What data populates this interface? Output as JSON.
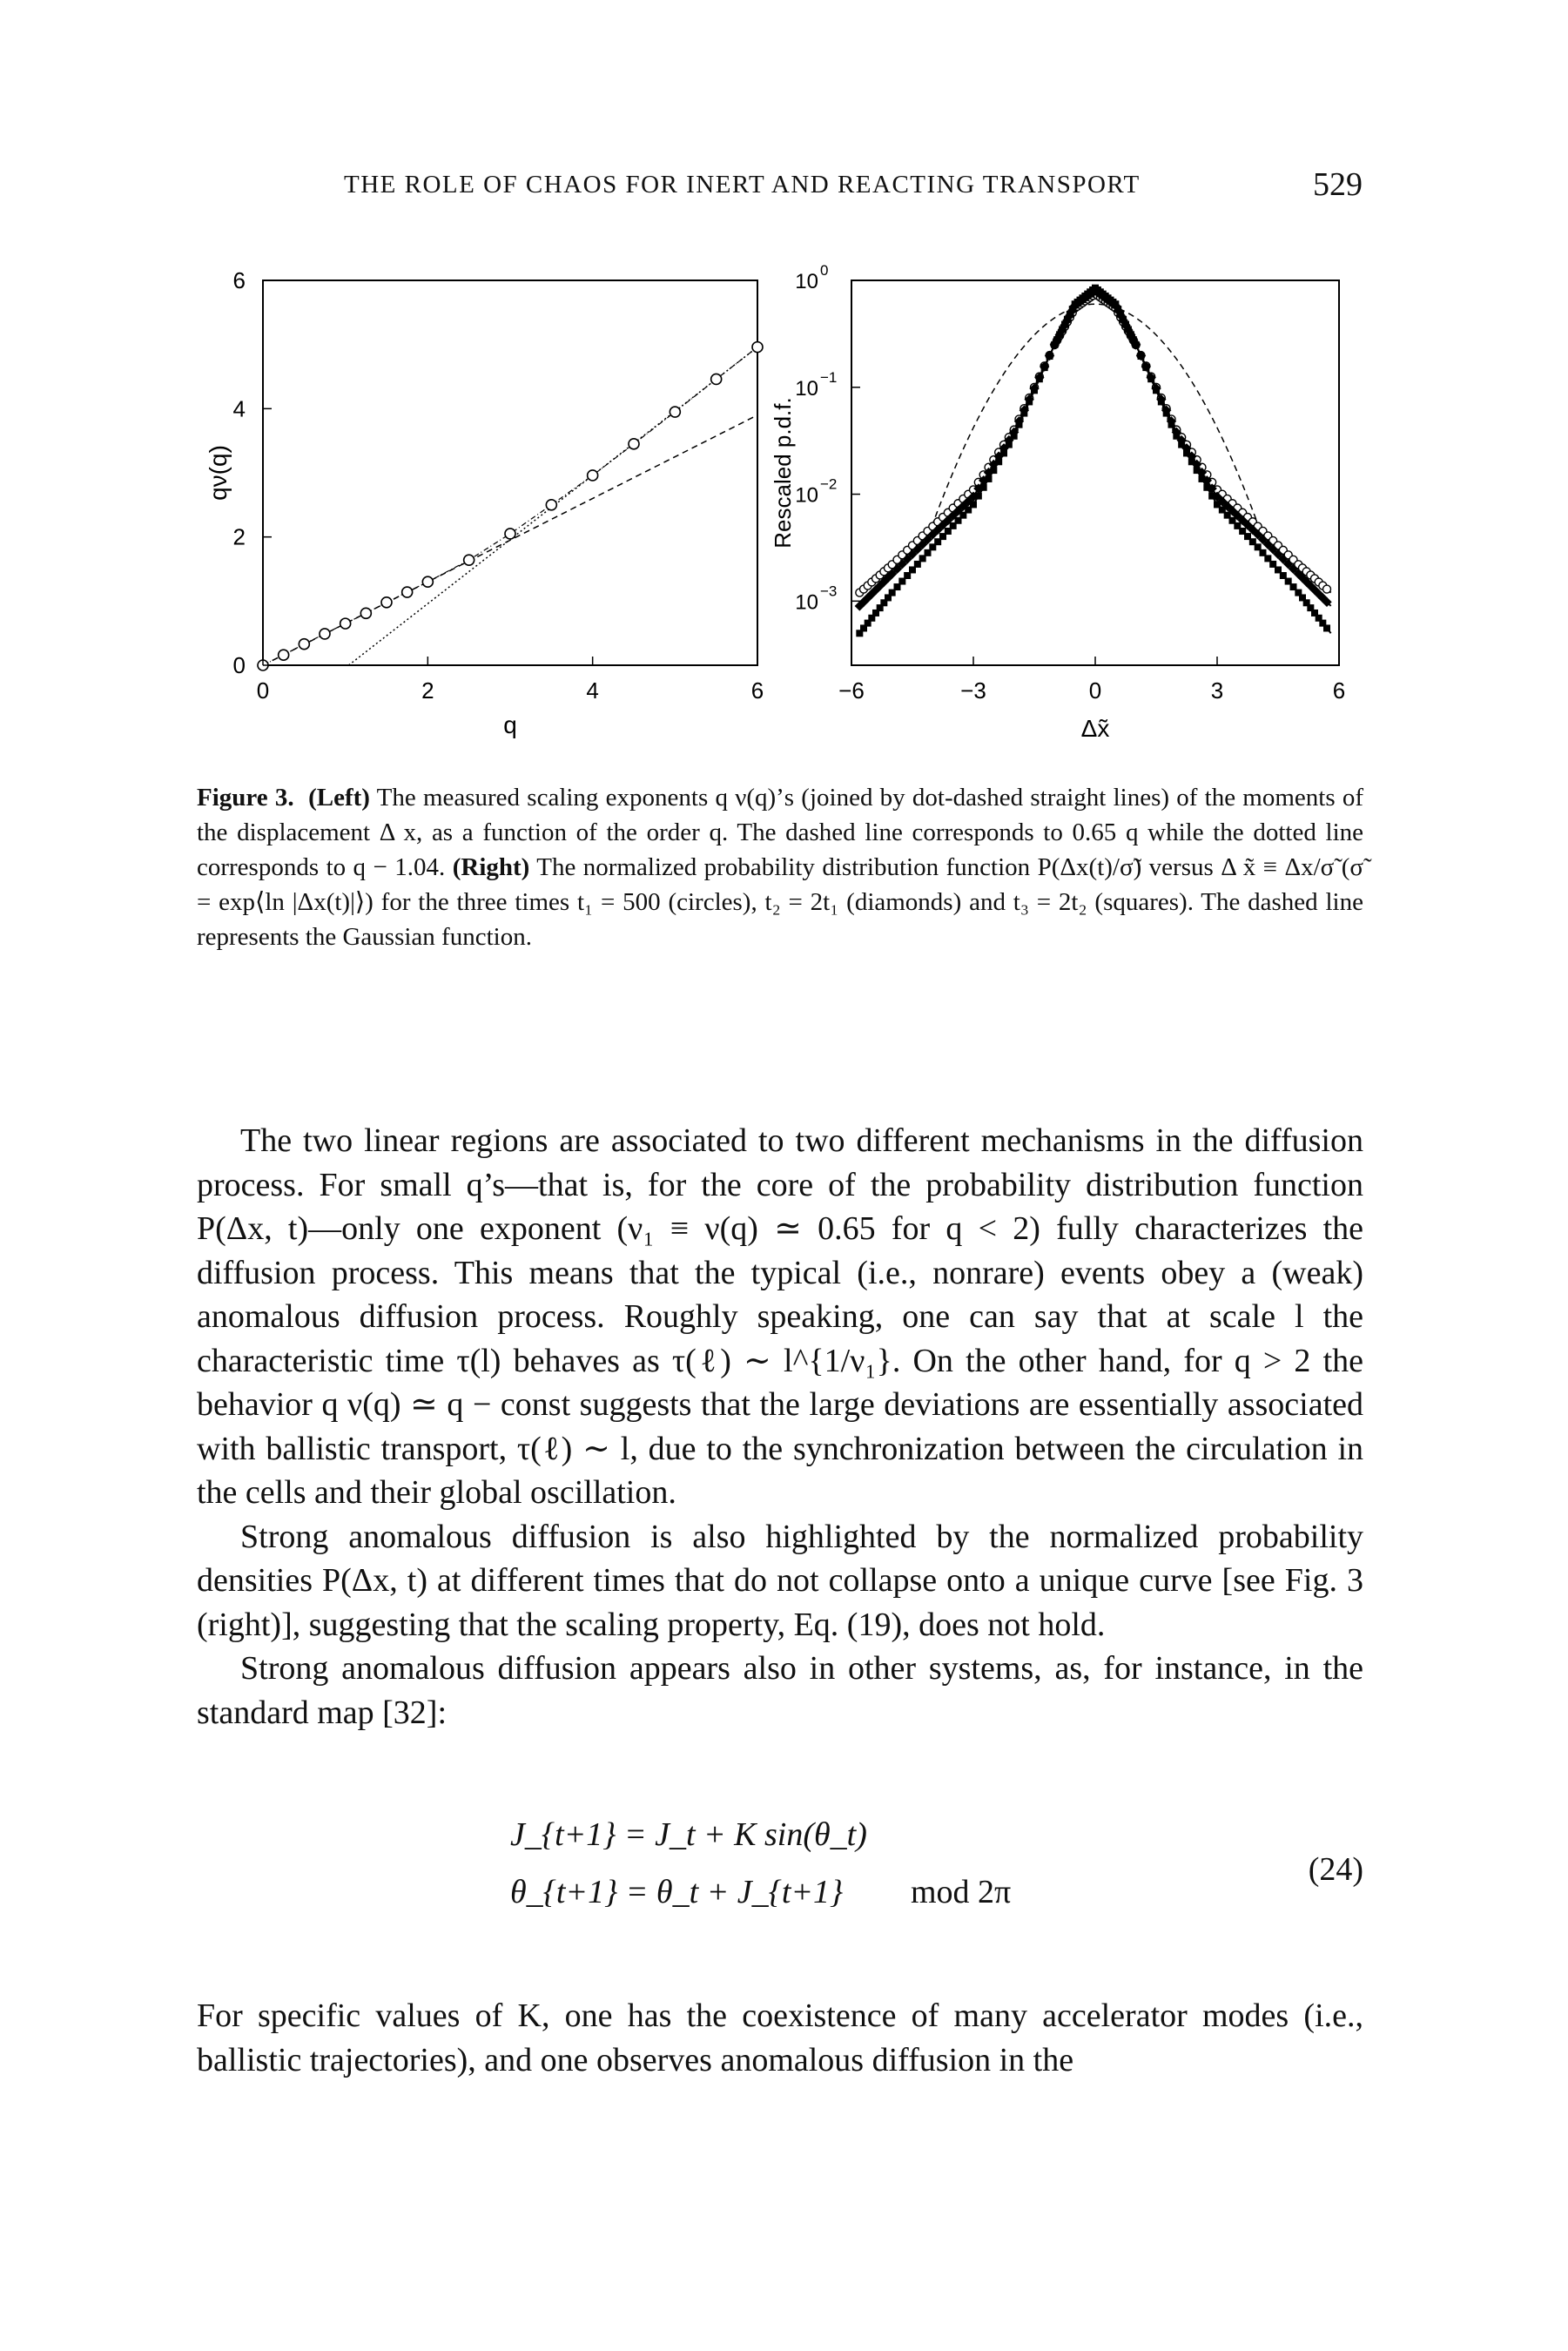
{
  "header": {
    "running_title": "THE ROLE OF CHAOS FOR INERT AND REACTING TRANSPORT",
    "page_number": "529"
  },
  "figure_left": {
    "ylabel": "qν(q)",
    "xlabel": "q",
    "x_ticks": [
      "0",
      "2",
      "4",
      "6"
    ],
    "y_ticks": [
      "0",
      "2",
      "4",
      "6"
    ]
  },
  "figure_right": {
    "ylabel": "Rescaled p.d.f.",
    "xlabel": "Δx̃",
    "x_ticks": [
      "−6",
      "−3",
      "0",
      "3",
      "6"
    ],
    "y_tick_base": "10",
    "y_tick_exponents": [
      "0",
      "−1",
      "−2",
      "−3"
    ]
  },
  "chart_data": [
    {
      "type": "scatter",
      "xlim": [
        0,
        6
      ],
      "ylim": [
        0,
        6
      ],
      "xlabel": "q",
      "ylabel": "qν(q)",
      "series": [
        {
          "values_x": [
            0,
            0.25,
            0.5,
            0.75,
            1,
            1.25,
            1.5,
            1.75,
            2,
            2.5,
            3,
            3.5,
            4,
            4.5,
            5,
            5.5,
            6
          ],
          "values_y": [
            0,
            0.16,
            0.33,
            0.49,
            0.65,
            0.81,
            0.98,
            1.14,
            1.3,
            1.64,
            2.05,
            2.5,
            2.96,
            3.45,
            3.95,
            4.46,
            4.96
          ]
        }
      ],
      "lines": [
        {
          "style": "dashed",
          "slope": 0.65,
          "intercept": 0
        },
        {
          "style": "dotted",
          "slope": 1,
          "intercept": -1.04
        }
      ]
    },
    {
      "type": "line",
      "xlim": [
        -6,
        6
      ],
      "ylim_log10": [
        -3.6,
        0
      ],
      "xlabel": "Δx̃",
      "ylabel": "Rescaled p.d.f.",
      "y_scale": "log",
      "series": [
        {
          "marker": "circle",
          "x": [
            -5.8,
            -5,
            -4,
            -3,
            -2,
            -1,
            -0.5,
            0,
            0.5,
            1,
            2,
            3,
            4,
            5,
            5.8
          ],
          "y": [
            0.0012,
            0.0022,
            0.005,
            0.011,
            0.04,
            0.25,
            0.55,
            0.75,
            0.55,
            0.25,
            0.04,
            0.011,
            0.005,
            0.0022,
            0.0012
          ]
        },
        {
          "marker": "diamond",
          "x": [
            -5.8,
            -5,
            -4,
            -3,
            -2,
            -1,
            -0.5,
            0,
            0.5,
            1,
            2,
            3,
            4,
            5,
            5.8
          ],
          "y": [
            0.0009,
            0.0018,
            0.0042,
            0.0095,
            0.038,
            0.25,
            0.58,
            0.8,
            0.58,
            0.25,
            0.038,
            0.0095,
            0.0042,
            0.0018,
            0.0009
          ]
        },
        {
          "marker": "square",
          "x": [
            -5.8,
            -5,
            -4,
            -3,
            -2,
            -1,
            -0.5,
            0,
            0.5,
            1,
            2,
            3,
            4,
            5,
            5.8
          ],
          "y": [
            0.0005,
            0.0012,
            0.0032,
            0.008,
            0.035,
            0.25,
            0.6,
            0.85,
            0.6,
            0.25,
            0.035,
            0.008,
            0.0032,
            0.0012,
            0.0005
          ]
        }
      ],
      "gaussian": {
        "style": "dashed",
        "peak": 0.6,
        "sigma": 1.3
      }
    }
  ],
  "caption": {
    "label": "Figure 3.",
    "left_tag": "(Left)",
    "part1": " The measured scaling exponents q ν(q)’s (joined by dot-dashed straight lines) of the moments of the displacement Δ x, as a function of the order q. The dashed line corresponds to 0.65 q while the dotted line corresponds to q − 1.04. ",
    "right_tag": "(Right)",
    "part2": " The normalized probability distribution function P(Δx(t)/σ̃) versus Δ x̃ ≡ Δx/σ̃ (σ̃ = exp⟨ln |Δx(t)|⟩) for the three times t₁ = 500 (circles), t₂ = 2t₁ (diamonds) and t₃ = 2t₂ (squares). The dashed line represents the Gaussian function."
  },
  "body": {
    "p1": "The two linear regions are associated to two different mechanisms in the diffusion process. For small q’s—that is, for the core of the probability distribution function P(Δx, t)—only one exponent (ν₁ ≡ ν(q) ≃ 0.65 for q < 2) fully characterizes the diffusion process. This means that the typical (i.e., nonrare) events obey a (weak) anomalous diffusion process. Roughly speaking, one can say that at scale l the characteristic time τ(l) behaves as τ(ℓ) ∼ l^{1/ν₁}. On the other hand, for q > 2 the behavior q ν(q) ≃ q − const suggests that the large deviations are essentially associated with ballistic transport, τ(ℓ) ∼ l, due to the synchronization between the circulation in the cells and their global oscillation.",
    "p2": "Strong anomalous diffusion is also highlighted by the normalized probability densities P(Δx, t) at different times that do not collapse onto a unique curve [see Fig. 3 (right)], suggesting that the scaling property, Eq. (19), does not hold.",
    "p3": "Strong anomalous diffusion appears also in other systems, as, for instance, in the standard map [32]:"
  },
  "equation": {
    "line1": "J_{t+1} = J_t + K sin(θ_t)",
    "line2": "θ_{t+1} = θ_t + J_{t+1}",
    "mod": "mod 2π",
    "number": "(24)"
  },
  "tail": "For specific values of K, one has the coexistence of many accelerator modes (i.e., ballistic trajectories), and one observes anomalous diffusion in the"
}
